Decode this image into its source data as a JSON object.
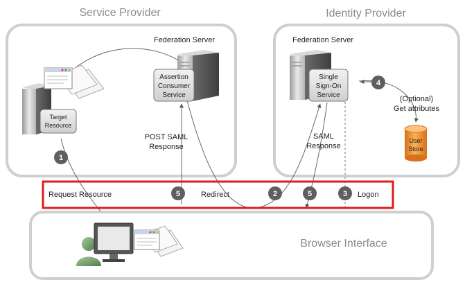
{
  "sections": {
    "service_provider": "Service Provider",
    "identity_provider": "Identity Provider",
    "browser_interface": "Browser Interface"
  },
  "servers": {
    "sp_federation_server": "Federation Server",
    "idp_federation_server": "Federation Server"
  },
  "components": {
    "acs": [
      "Assertion",
      "Consumer",
      "Service"
    ],
    "sso": [
      "Single",
      "Sign-On",
      "Service"
    ],
    "target_resource": [
      "Target",
      "Resource"
    ],
    "user_store": [
      "User",
      "Store"
    ]
  },
  "labels": {
    "post_saml": [
      "POST SAML",
      "Response"
    ],
    "saml_response": [
      "SAML",
      "Response"
    ],
    "optional_attributes": [
      "(Optional)",
      "Get attributes"
    ],
    "request_resource": "Request Resource",
    "redirect": "Redirect",
    "logon": "Logon"
  },
  "steps": {
    "s1": "1",
    "s2": "2",
    "s3": "3",
    "s4": "4",
    "s5a": "5",
    "s5b": "5"
  },
  "colors": {
    "panel_border": "#cfcfcf",
    "header_text": "#8c8c8c",
    "step_circle": "#5f5f5f",
    "highlight_border": "#e01b1b",
    "user_store": "#f08a1c"
  }
}
